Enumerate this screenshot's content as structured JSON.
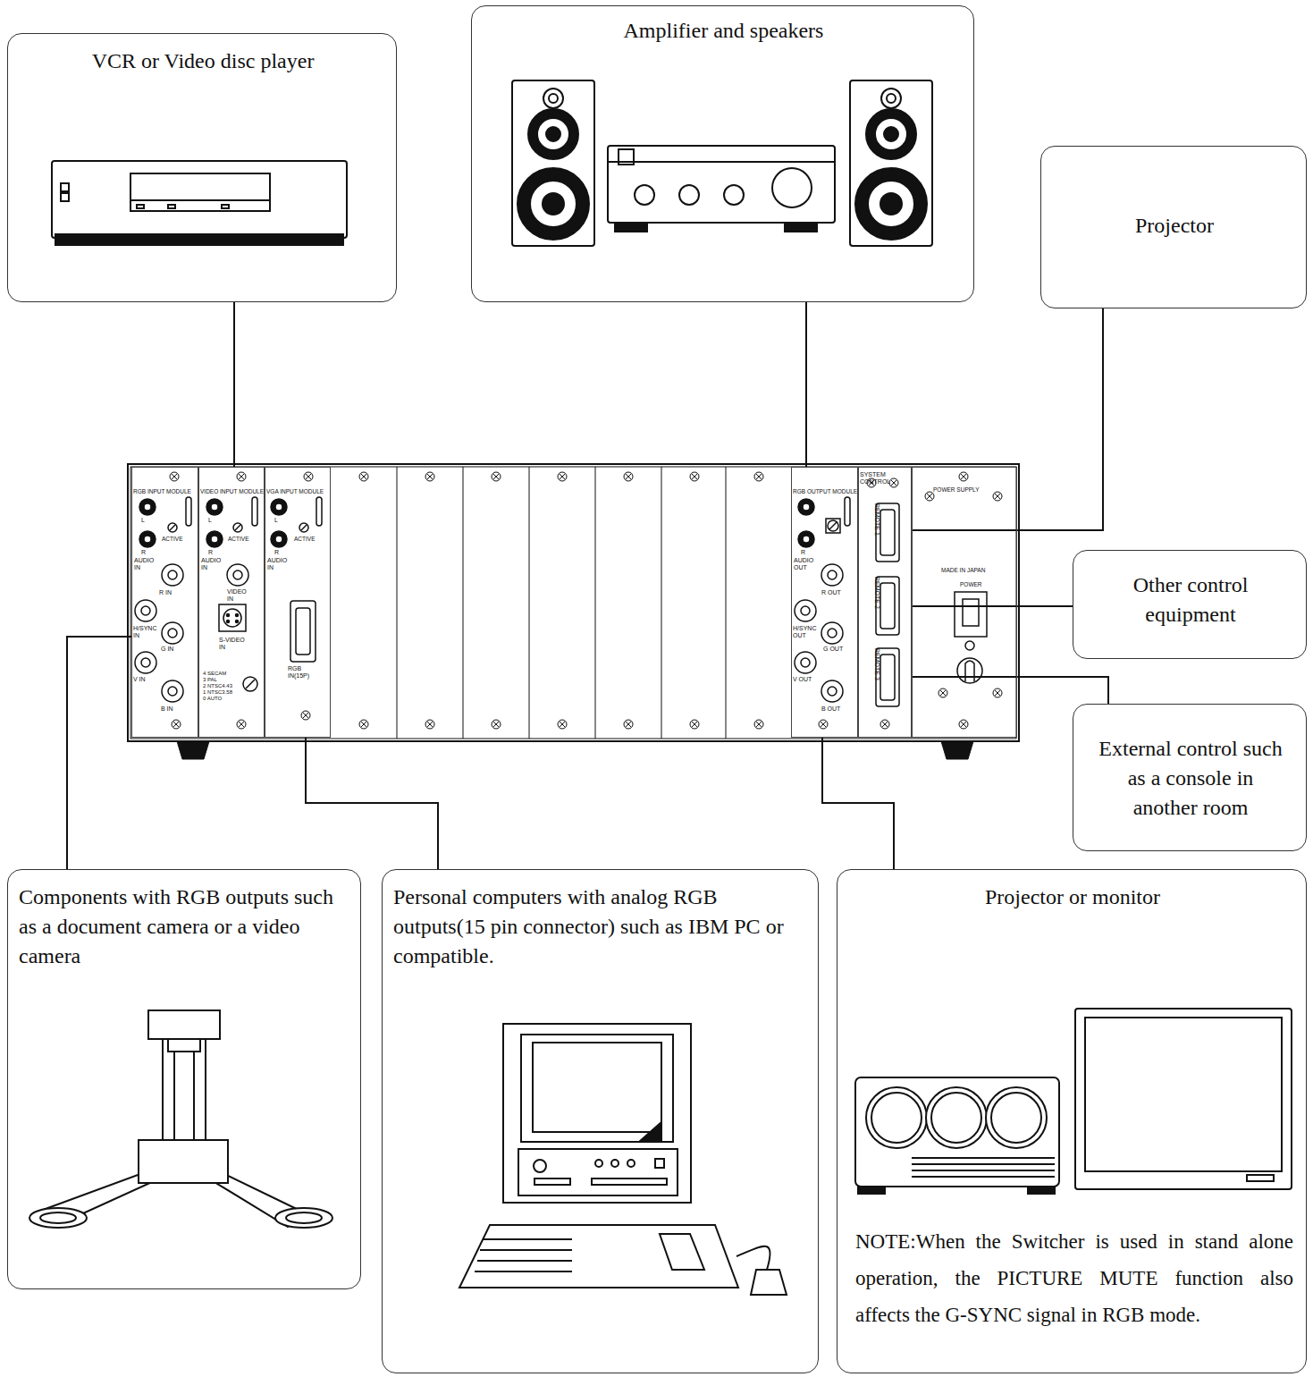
{
  "diagram": {
    "nodes": [
      {
        "text": [
          "VCR or Video disc player"
        ]
      },
      {
        "text": [
          "Amplifier and speakers"
        ]
      },
      {
        "text": [
          "Projector"
        ]
      },
      {
        "text": [
          "RGB INPUT MODULE",
          "L",
          "ACTIVE",
          "R",
          "AUDIO IN",
          "R IN",
          "H/SYNC IN",
          "G IN",
          "V IN",
          "B IN"
        ]
      },
      {
        "text": [
          "VIDEO INPUT MODULE",
          "L",
          "ACTIVE",
          "R",
          "AUDIO IN",
          "VIDEO IN",
          "S-VIDEO IN",
          "4 SECAM",
          "3 PAL",
          "2 NTSC4.43",
          "1 NTSC3.58",
          "0 AUTO"
        ]
      },
      {
        "text": [
          "VGA INPUT MODULE",
          "L",
          "ACTIVE",
          "R",
          "AUDIO IN",
          "RGB IN(15P)"
        ]
      },
      {
        "text": [
          "RGB OUTPUT MODULE",
          "R",
          "AUDIO OUT",
          "R OUT",
          "H/SYNC OUT",
          "G OUT",
          "V OUT",
          "B OUT"
        ]
      },
      {
        "text": [
          "SYSTEM CONTROL",
          "REMOTE 1",
          "REMOTE 2",
          "REMOTE 3"
        ]
      },
      {
        "text": [
          "POWER SUPPLY",
          "MADE IN JAPAN",
          "POWER"
        ]
      },
      {
        "text": [
          "Other control equipment"
        ]
      },
      {
        "text": [
          "External control such as a console in another room"
        ]
      },
      {
        "text": [
          "Components with RGB outputs such as a document camera or a video camera"
        ]
      },
      {
        "text": [
          "Personal computers with analog RGB outputs(15 pin connector) such as IBM PC or compatible."
        ]
      },
      {
        "text": [
          "Projector or monitor",
          "NOTE:When the Switcher is used in stand alone operation, the PICTURE MUTE function also affects the G-SYNC signal in RGB mode."
        ]
      }
    ],
    "edges": [
      {
        "from": 0,
        "to": 4,
        "arrow": "none"
      },
      {
        "from": 6,
        "to": 1,
        "arrow": "none"
      },
      {
        "from": 7,
        "to": 2,
        "arrow": "none"
      },
      {
        "from": 7,
        "to": 9,
        "arrow": "none"
      },
      {
        "from": 7,
        "to": 10,
        "arrow": "none"
      },
      {
        "from": 11,
        "to": 3,
        "arrow": "none"
      },
      {
        "from": 5,
        "to": 12,
        "arrow": "none"
      },
      {
        "from": 6,
        "to": 13,
        "arrow": "none"
      }
    ]
  }
}
